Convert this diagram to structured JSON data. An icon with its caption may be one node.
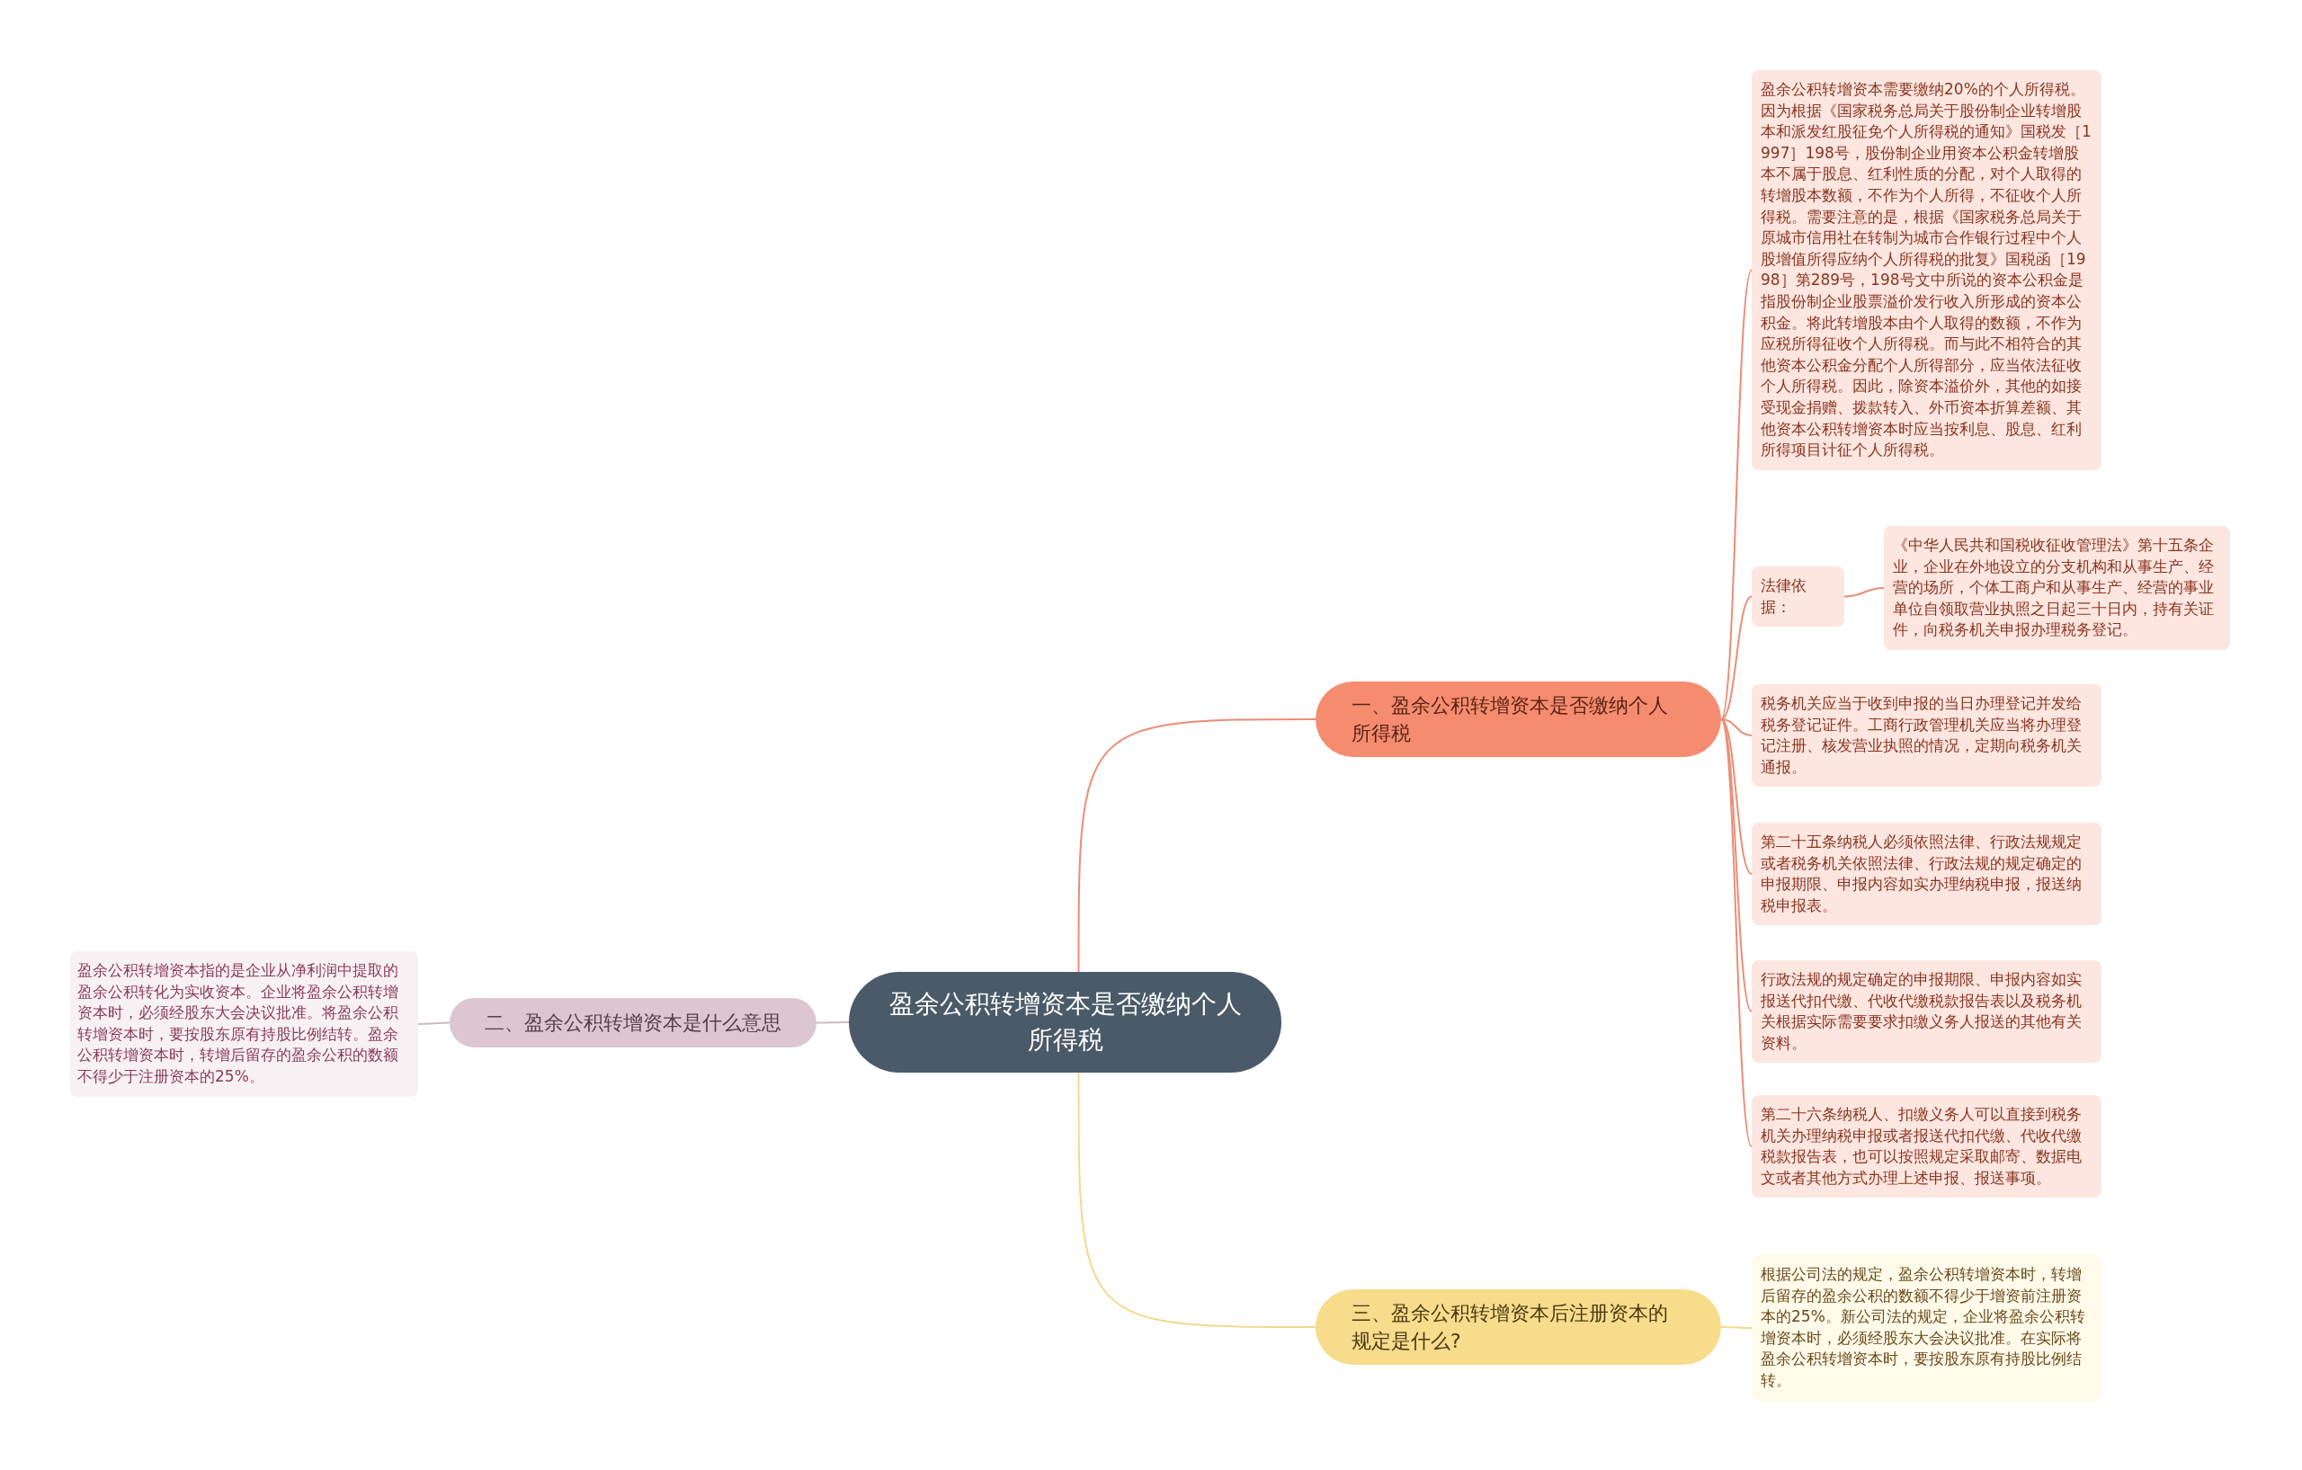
{
  "diagram": {
    "nodes": [
      {
        "text": [
          "盈余公积转增资本是否缴纳个人所得税"
        ]
      },
      {
        "text": [
          "一、盈余公积转增资本是否缴纳个人所得税"
        ]
      },
      {
        "text": [
          "盈余公积转增资本需要缴纳20%的个人所得税。因为根据《国家税务总局关于股份制企业转增股本和派发红股征免个人所得税的通知》国税发［1997］198号，股份制企业用资本公积金转增股本不属于股息、红利性质的分配，对个人取得的转增股本数额，不作为个人所得，不征收个人所得税。需要注意的是，根据《国家税务总局关于原城市信用社在转制为城市合作银行过程中个人股增值所得应纳个人所得税的批复》国税函［1998］第289号，198号文中所说的资本公积金是指股份制企业股票溢价发行收入所形成的资本公积金。将此转增股本由个人取得的数额，不作为应税所得征收个人所得税。而与此不相符合的其他资本公积金分配个人所得部分，应当依法征收个人所得税。因此，除资本溢价外，其他的如接受现金捐赠、拨款转入、外币资本折算差额、其他资本公积转增资本时应当按利息、股息、红利所得项目计征个人所得税。"
        ]
      },
      {
        "text": [
          "法律依据："
        ]
      },
      {
        "text": [
          "《中华人民共和国税收征收管理法》第十五条企业，企业在外地设立的分支机构和从事生产、经营的场所，个体工商户和从事生产、经营的事业单位自领取营业执照之日起三十日内，持有关证件，向税务机关申报办理税务登记。"
        ]
      },
      {
        "text": [
          "税务机关应当于收到申报的当日办理登记并发给税务登记证件。工商行政管理机关应当将办理登记注册、核发营业执照的情况，定期向税务机关通报。"
        ]
      },
      {
        "text": [
          "第二十五条纳税人必须依照法律、行政法规规定或者税务机关依照法律、行政法规的规定确定的申报期限、申报内容如实办理纳税申报，报送纳税申报表。"
        ]
      },
      {
        "text": [
          "行政法规的规定确定的申报期限、申报内容如实报送代扣代缴、代收代缴税款报告表以及税务机关根据实际需要要求扣缴义务人报送的其他有关资料。"
        ]
      },
      {
        "text": [
          "第二十六条纳税人、扣缴义务人可以直接到税务机关办理纳税申报或者报送代扣代缴、代收代缴税款报告表，也可以按照规定采取邮寄、数据电文或者其他方式办理上述申报、报送事项。"
        ]
      },
      {
        "text": [
          "三、盈余公积转增资本后注册资本的规定是什么?"
        ]
      },
      {
        "text": [
          "根据公司法的规定，盈余公积转增资本时，转增后留存的盈余公积的数额不得少于增资前注册资本的25%。新公司法的规定，企业将盈余公积转增资本时，必须经股东大会决议批准。在实际将盈余公积转增资本时，要按股东原有持股比例结转。"
        ]
      },
      {
        "text": [
          "二、盈余公积转增资本是什么意思"
        ]
      },
      {
        "text": [
          "盈余公积转增资本指的是企业从净利润中提取的盈余公积转化为实收资本。企业将盈余公积转增资本时，必须经股东大会决议批准。将盈余公积转增资本时，要按股东原有持股比例结转。盈余公积转增资本时，转增后留存的盈余公积的数额不得少于注册资本的25%。"
        ]
      }
    ],
    "edges": [
      {
        "from": 0,
        "to": 1,
        "arrow": "none"
      },
      {
        "from": 1,
        "to": 2,
        "arrow": "none"
      },
      {
        "from": 1,
        "to": 3,
        "arrow": "none"
      },
      {
        "from": 3,
        "to": 4,
        "arrow": "none"
      },
      {
        "from": 1,
        "to": 5,
        "arrow": "none"
      },
      {
        "from": 1,
        "to": 6,
        "arrow": "none"
      },
      {
        "from": 1,
        "to": 7,
        "arrow": "none"
      },
      {
        "from": 1,
        "to": 8,
        "arrow": "none"
      },
      {
        "from": 0,
        "to": 9,
        "arrow": "none",
        "color": "#f3d98c"
      },
      {
        "from": 9,
        "to": 10,
        "arrow": "none",
        "color": "#f3d98c"
      },
      {
        "from": 0,
        "to": 11,
        "arrow": "none",
        "color": "#c9bcc2"
      },
      {
        "from": 11,
        "to": 12,
        "arrow": "none",
        "color": "#c9bcc2"
      }
    ]
  }
}
